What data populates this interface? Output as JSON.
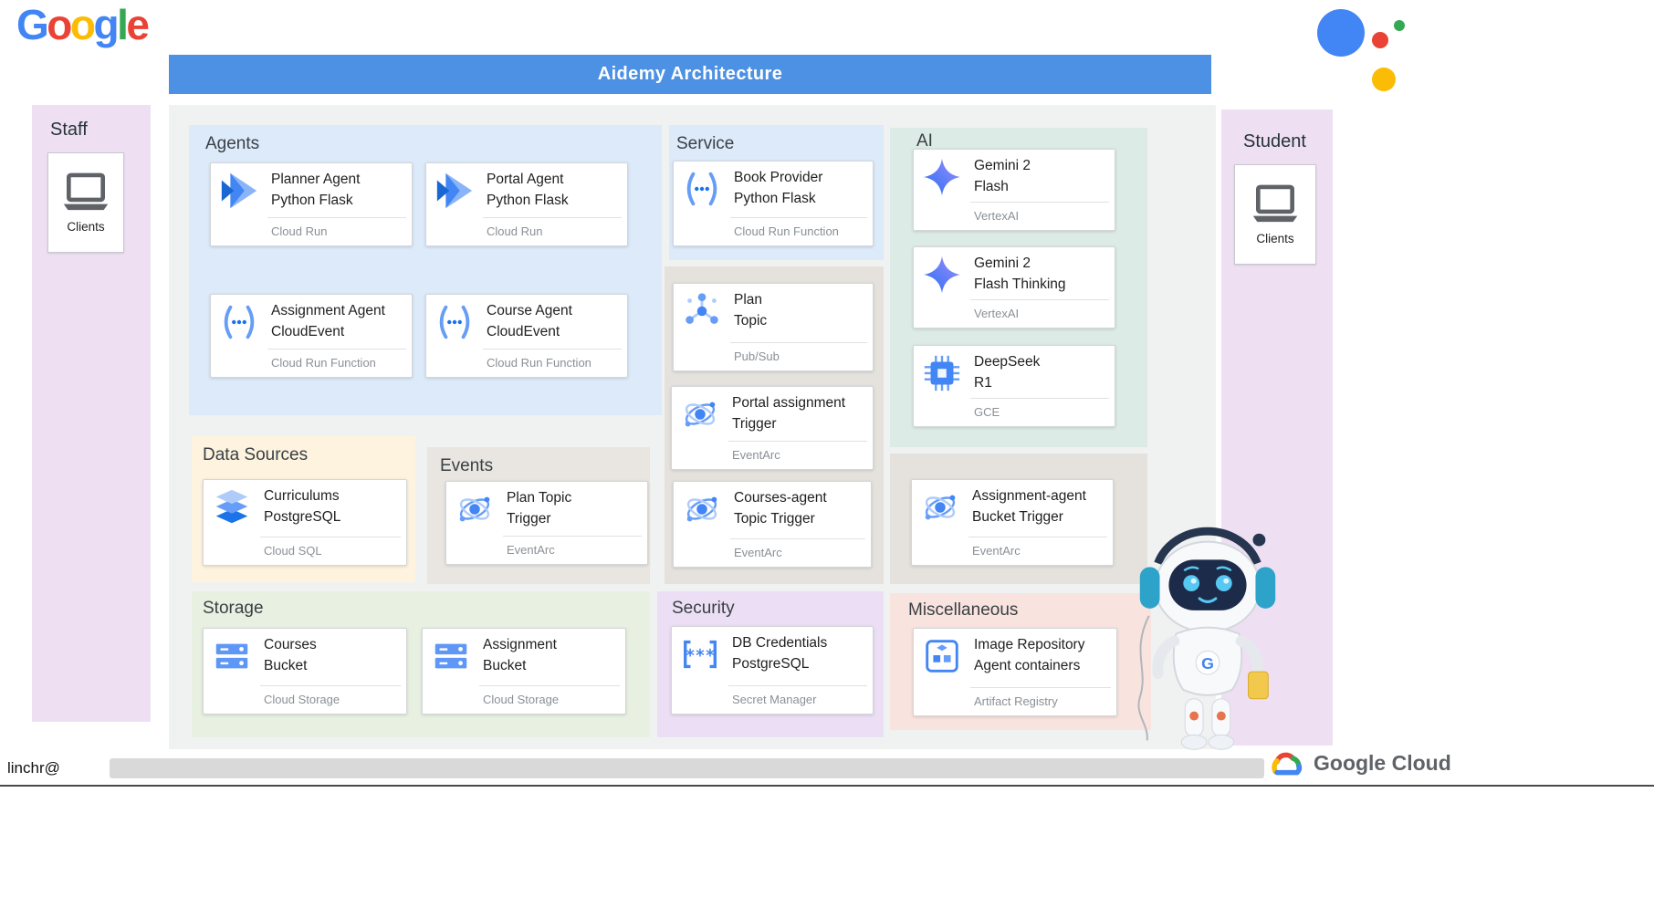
{
  "header": {
    "logo_letters": [
      "G",
      "o",
      "o",
      "g",
      "l",
      "e"
    ],
    "logo_colors": [
      "#4285F4",
      "#EA4335",
      "#FBBC05",
      "#4285F4",
      "#34A853",
      "#EA4335"
    ],
    "title": "Aidemy Architecture"
  },
  "footer": {
    "username": "linchr@",
    "brand": "Google Cloud"
  },
  "panels": {
    "staff": {
      "label": "Staff",
      "client": "Clients"
    },
    "student": {
      "label": "Student",
      "client": "Clients"
    },
    "agents": {
      "label": "Agents"
    },
    "service": {
      "label": "Service"
    },
    "ai": {
      "label": "AI"
    },
    "data_sources": {
      "label": "Data Sources"
    },
    "events": {
      "label": "Events"
    },
    "storage": {
      "label": "Storage"
    },
    "security": {
      "label": "Security"
    },
    "miscellaneous": {
      "label": "Miscellaneous"
    }
  },
  "cards": {
    "planner_agent": {
      "line1": "Planner Agent",
      "line2": "Python Flask",
      "product": "Cloud Run"
    },
    "portal_agent": {
      "line1": "Portal Agent",
      "line2": "Python Flask",
      "product": "Cloud Run"
    },
    "assignment_agent": {
      "line1": "Assignment Agent",
      "line2": "CloudEvent",
      "product": "Cloud Run Function"
    },
    "course_agent": {
      "line1": "Course Agent",
      "line2": "CloudEvent",
      "product": "Cloud Run Function"
    },
    "book_provider": {
      "line1": "Book Provider",
      "line2": "Python Flask",
      "product": "Cloud Run Function"
    },
    "plan_topic": {
      "line1": "Plan",
      "line2": "Topic",
      "product": "Pub/Sub"
    },
    "portal_assignment_trigger": {
      "line1": "Portal assignment",
      "line2": "Trigger",
      "product": "EventArc"
    },
    "courses_agent_topic_trigger": {
      "line1": "Courses-agent",
      "line2": "Topic Trigger",
      "product": "EventArc"
    },
    "gemini_flash": {
      "line1": "Gemini 2",
      "line2": "Flash",
      "product": "VertexAI"
    },
    "gemini_flash_thinking": {
      "line1": "Gemini 2",
      "line2": "Flash Thinking",
      "product": "VertexAI"
    },
    "deepseek_r1": {
      "line1": "DeepSeek",
      "line2": "R1",
      "product": "GCE"
    },
    "assignment_agent_bucket_trigger": {
      "line1": "Assignment-agent",
      "line2": "Bucket Trigger",
      "product": "EventArc"
    },
    "curriculums": {
      "line1": "Curriculums",
      "line2": "PostgreSQL",
      "product": "Cloud SQL"
    },
    "plan_topic_trigger": {
      "line1": "Plan Topic",
      "line2": "Trigger",
      "product": "EventArc"
    },
    "courses_bucket": {
      "line1": "Courses",
      "line2": "Bucket",
      "product": "Cloud Storage"
    },
    "assignment_bucket": {
      "line1": "Assignment",
      "line2": "Bucket",
      "product": "Cloud Storage"
    },
    "db_credentials": {
      "line1": "DB Credentials",
      "line2": "PostgreSQL",
      "product": "Secret Manager"
    },
    "image_repository": {
      "line1": "Image Repository",
      "line2": "Agent containers",
      "product": "Artifact Registry"
    }
  },
  "colors": {
    "title_bar": "#4d91e4",
    "main_bg": "#f0f1f1",
    "staff_panel": "#eee0f2",
    "student_panel": "#eee0f2",
    "agents_panel": "#dceafa",
    "service_panel": "#dceafa",
    "messaging_panel": "#e5e2dd",
    "ai_panel": "#dcebe6",
    "right_events_panel": "#e5e2dd",
    "data_sources_panel": "#fdf3de",
    "events_panel": "#e9e5e0",
    "storage_panel": "#e8f1e1",
    "security_panel": "#ecdff5",
    "misc_panel": "#f9e3de",
    "google_blue": "#4285F4",
    "google_red": "#EA4335",
    "google_yellow": "#FBBC05",
    "google_green": "#34A853"
  }
}
